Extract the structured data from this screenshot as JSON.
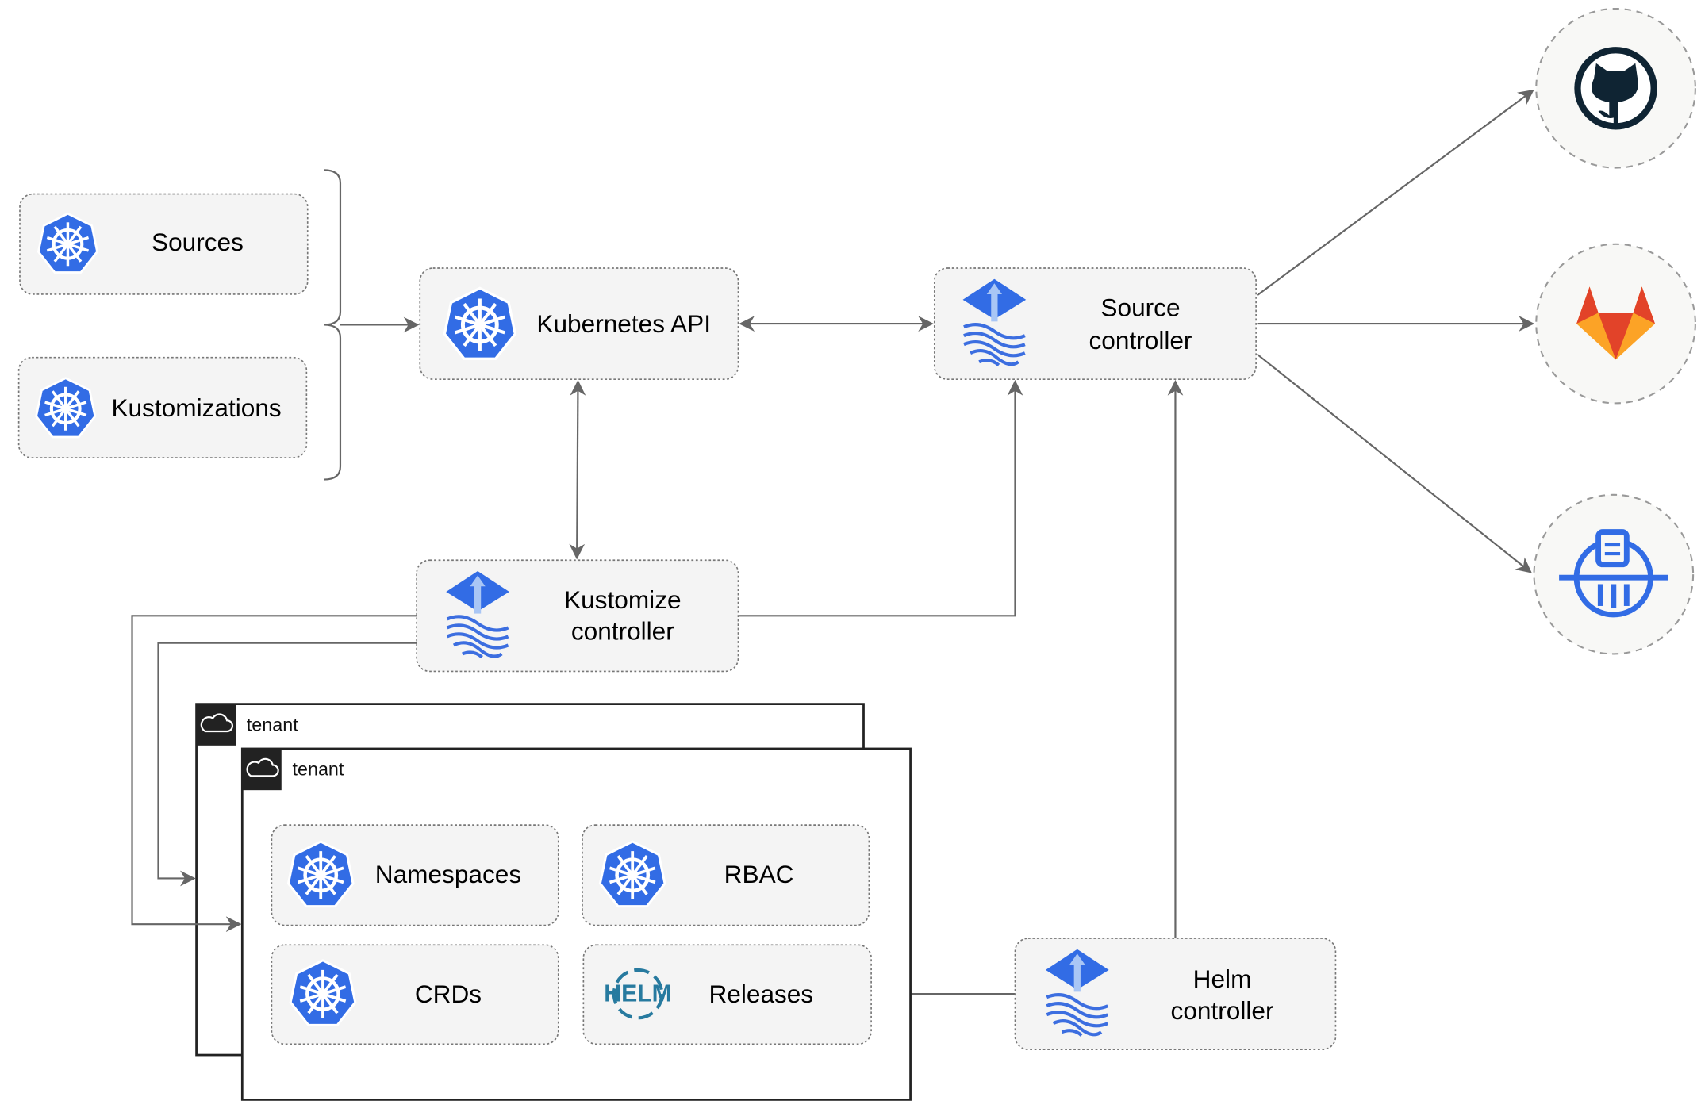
{
  "nodes": {
    "sources": "Sources",
    "kustomizations": "Kustomizations",
    "kubernetes_api": "Kubernetes API",
    "source_controller": [
      "Source",
      "controller"
    ],
    "kustomize_controller": [
      "Kustomize",
      "controller"
    ],
    "helm_controller": [
      "Helm",
      "controller"
    ],
    "namespaces": "Namespaces",
    "rbac": "RBAC",
    "crds": "CRDs",
    "releases": "Releases"
  },
  "tenants": [
    "tenant",
    "tenant"
  ],
  "icons": {
    "kubernetes": "kubernetes-helm-wheel-icon",
    "flux": "flux-icon",
    "helm": "helm-icon",
    "github": "github-icon",
    "gitlab": "gitlab-icon",
    "bucket": "bucket-icon",
    "cloud": "cloud-icon"
  },
  "helm_logo_text": "HELM",
  "colors": {
    "k8s_blue": "#326ce5",
    "edge": "#666666",
    "gitlab_orange": "#e24329",
    "github_dark": "#0f2433"
  }
}
